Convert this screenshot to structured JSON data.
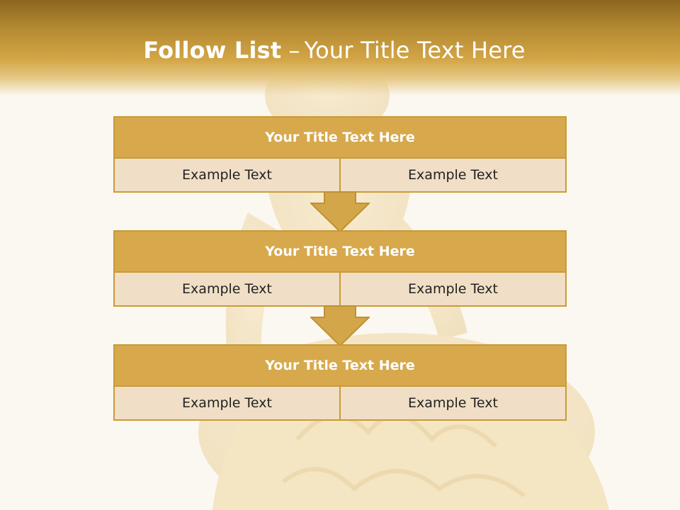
{
  "slide": {
    "title_bold": "Follow List",
    "title_dash": "–",
    "title_rest": "Your Title Text Here"
  },
  "boxes": [
    {
      "title": "Your Title Text Here",
      "left_text": "Example Text",
      "right_text": "Example Text"
    },
    {
      "title": "Your Title Text Here",
      "left_text": "Example Text",
      "right_text": "Example Text"
    },
    {
      "title": "Your Title Text Here",
      "left_text": "Example Text",
      "right_text": "Example Text"
    }
  ],
  "colors": {
    "header_dark": "#8c651e",
    "header_gold": "#d3a545",
    "box_title": "#d7a94c",
    "box_border": "#c99a37",
    "cell_fill": "#f0dfc6",
    "arrow": "#d4a64a",
    "background": "#fbf8f1"
  }
}
